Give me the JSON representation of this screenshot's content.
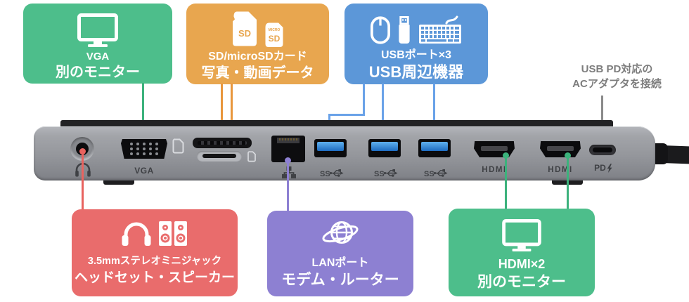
{
  "colors": {
    "green": "#4dbe8b",
    "orange": "#e8a64f",
    "blue": "#5c97d8",
    "red": "#e96c6c",
    "purple": "#8d80d2",
    "note_gray": "#7d7d7d",
    "device_label_gray": "#3f4145"
  },
  "callouts": {
    "vga": {
      "icon": "monitor-icon",
      "title": "VGA",
      "subtitle": "別のモニター"
    },
    "sd": {
      "icon": "sd-cards-icon",
      "title": "SD/microSDカード",
      "subtitle": "写真・動画データ",
      "sd_label": "SD",
      "micro_label_top": "MICRO",
      "micro_label": "SD"
    },
    "usb": {
      "icon": "mouse-usb-keyboard-icon",
      "title": "USBポート×3",
      "subtitle": "USB周辺機器"
    },
    "audio": {
      "icon": "headset-speakers-icon",
      "title": "3.5mmステレオミニジャック",
      "subtitle": "ヘッドセット・スピーカー"
    },
    "lan": {
      "icon": "globe-icon",
      "title": "LANポート",
      "subtitle": "モデム・ルーター"
    },
    "hdmi": {
      "icon": "monitor-icon",
      "title": "HDMI×2",
      "subtitle": "別のモニター"
    }
  },
  "pd_note": {
    "line1": "USB PD対応の",
    "line2": "ACアダプタを接続"
  },
  "device": {
    "labels": {
      "vga": "VGA",
      "ss1": "SS",
      "ss2": "SS",
      "ss3": "SS",
      "hdmi1": "HDMI",
      "hdmi2": "HDMI",
      "pd": "PD"
    }
  }
}
